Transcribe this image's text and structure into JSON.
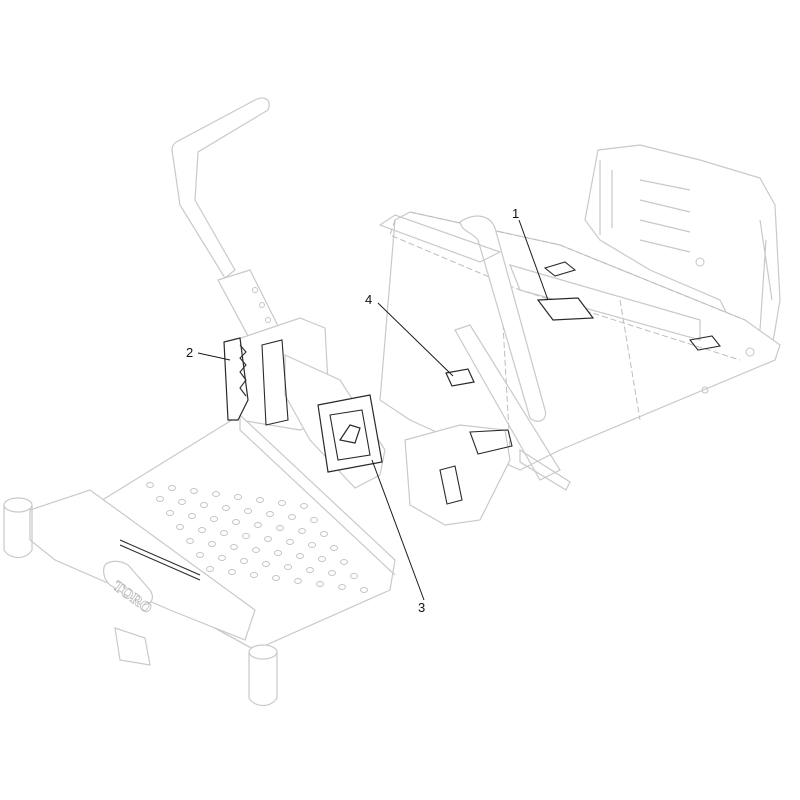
{
  "callouts": [
    {
      "id": "1",
      "label": "1"
    },
    {
      "id": "2",
      "label": "2"
    },
    {
      "id": "3",
      "label": "3"
    },
    {
      "id": "4",
      "label": "4"
    }
  ],
  "logo": {
    "text": "TORO"
  },
  "colors": {
    "line_faint": "#c9c9c9",
    "line_dark": "#2a2a2a",
    "background": "#ffffff"
  }
}
